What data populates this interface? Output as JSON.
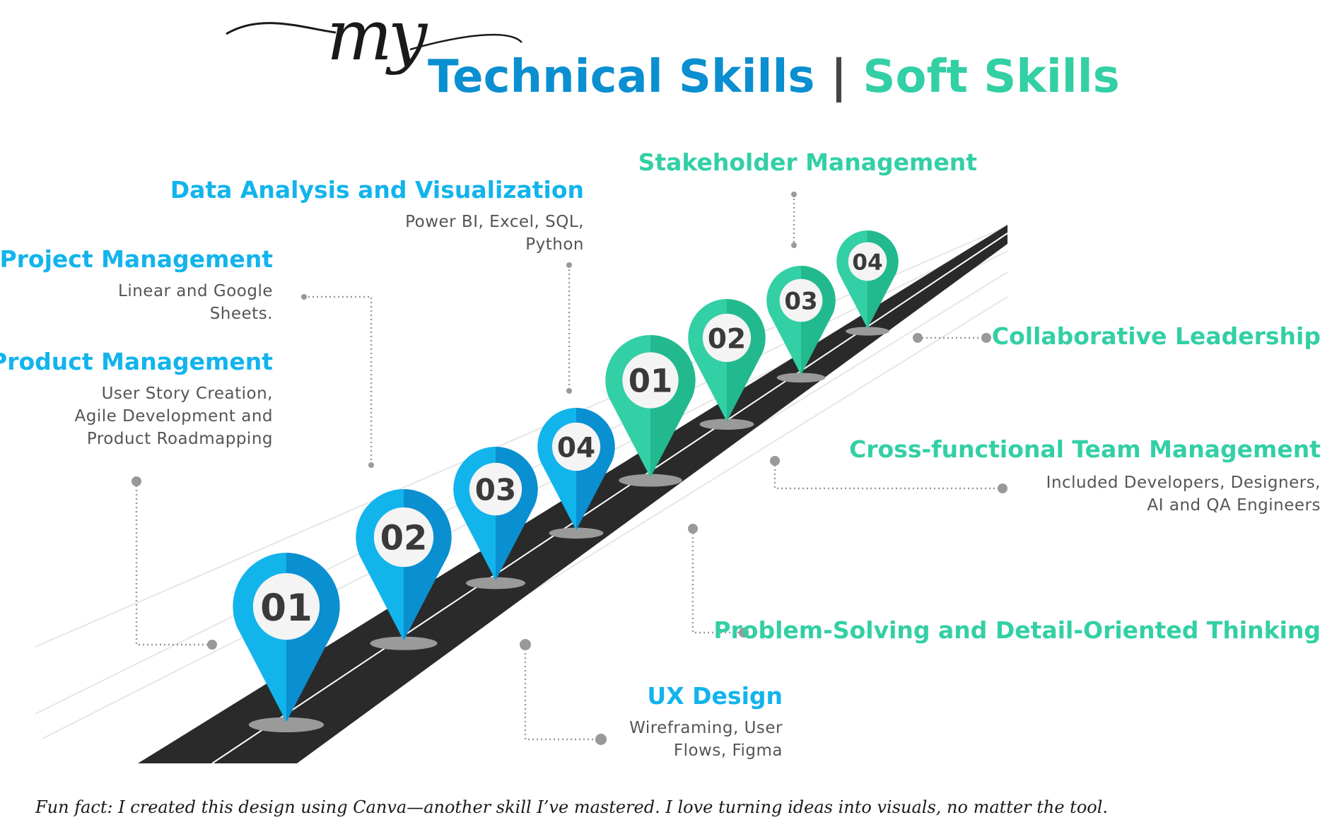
{
  "header": {
    "script": "my",
    "technical": "Technical Skills",
    "separator": "|",
    "soft": "Soft Skills"
  },
  "colors": {
    "technical": "#12b4ec",
    "technical_dark": "#0a8fd0",
    "soft": "#33cfa5",
    "soft_dark": "#22b98f",
    "road": "#2a2a2a",
    "connector": "#999999"
  },
  "technical_skills": [
    {
      "number": "01",
      "title": "Product Management",
      "desc": "User Story Creation,\nAgile Development and\nProduct Roadmapping"
    },
    {
      "number": "02",
      "title": "Project Management",
      "desc": "Linear and Google\nSheets."
    },
    {
      "number": "03",
      "title": "UX Design",
      "desc": "Wireframing, User\nFlows, Figma"
    },
    {
      "number": "04",
      "title": "Data Analysis and Visualization",
      "desc": "Power BI, Excel, SQL,\nPython"
    }
  ],
  "soft_skills": [
    {
      "number": "01",
      "title": "Problem-Solving and Detail-Oriented Thinking",
      "desc": ""
    },
    {
      "number": "02",
      "title": "Cross-functional Team Management",
      "desc": "Included Developers, Designers,\nAI and QA Engineers"
    },
    {
      "number": "03",
      "title": "Stakeholder Management",
      "desc": ""
    },
    {
      "number": "04",
      "title": "Collaborative Leadership",
      "desc": ""
    }
  ],
  "footer": "Fun fact: I created this design using Canva—another skill I’ve mastered. I love turning ideas into visuals, no matter the tool."
}
